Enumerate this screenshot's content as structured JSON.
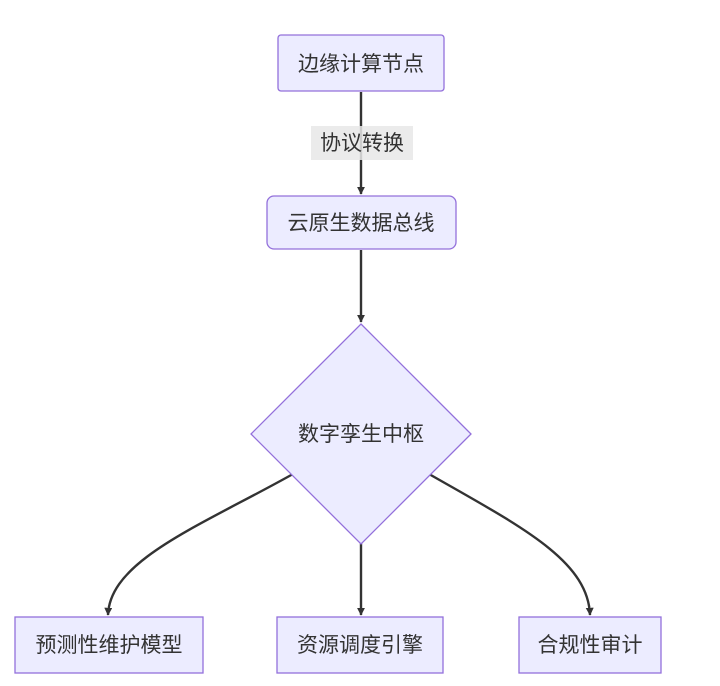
{
  "diagram": {
    "nodes": {
      "edge_node": {
        "label": "边缘计算节点"
      },
      "data_bus": {
        "label": "云原生数据总线"
      },
      "twin_hub": {
        "label": "数字孪生中枢"
      },
      "predictive": {
        "label": "预测性维护模型"
      },
      "scheduler": {
        "label": "资源调度引擎"
      },
      "audit": {
        "label": "合规性审计"
      }
    },
    "edges": {
      "edge_to_bus": {
        "label": "协议转换"
      }
    },
    "colors": {
      "node_fill": "#ECECFF",
      "node_stroke": "#9370DB",
      "edge": "#333333",
      "text": "#333333",
      "edge_label_bg": "#E8E8E8"
    }
  }
}
